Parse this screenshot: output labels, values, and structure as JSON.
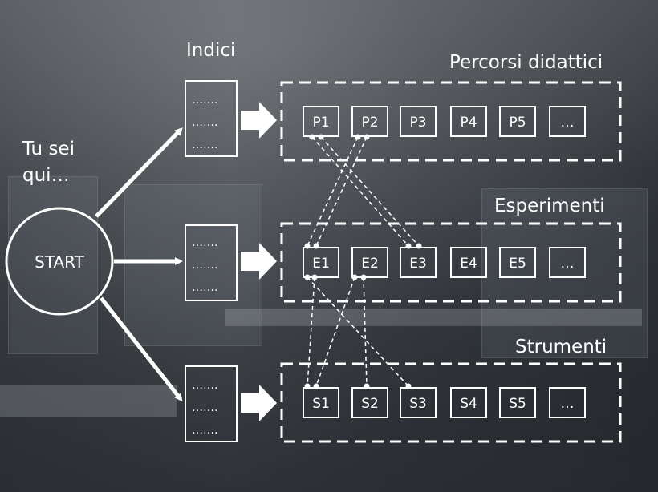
{
  "labels": {
    "you_are_here_line1": "Tu sei",
    "you_are_here_line2": "qui…",
    "start": "START",
    "indici": "Indici",
    "percorsi": "Percorsi didattici",
    "esperimenti": "Esperimenti",
    "strumenti": "Strumenti"
  },
  "index_dots": "…….",
  "rows": {
    "percorsi": [
      "P1",
      "P2",
      "P3",
      "P4",
      "P5",
      "…"
    ],
    "esperimenti": [
      "E1",
      "E2",
      "E3",
      "E4",
      "E5",
      "…"
    ],
    "strumenti": [
      "S1",
      "S2",
      "S3",
      "S4",
      "S5",
      "…"
    ]
  },
  "colors": {
    "line": "#ffffff",
    "background": "#3d4146"
  }
}
